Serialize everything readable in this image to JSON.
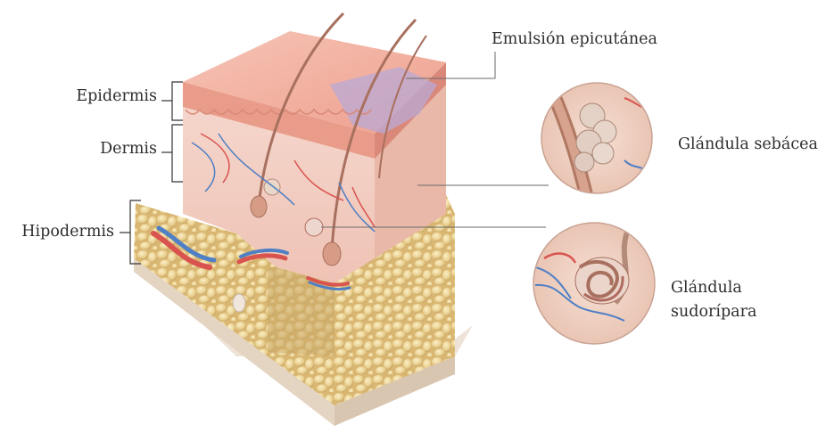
{
  "labels": {
    "epidermis": "Epidermis",
    "dermis": "Dermis",
    "hipodermis": "Hipodermis",
    "emulsion": "Emulsión epicutánea",
    "sebacea": "Glándula sebácea",
    "sudoripara_line1": "Glándula",
    "sudoripara_line2": "sudorípara"
  },
  "colors": {
    "epidermis_top": "#f2b4a4",
    "epidermis_side": "#e89d8c",
    "dermis": "#f3cfc4",
    "hipodermis_fat": "#e6c98a",
    "artery": "#d9534f",
    "vein": "#4f7fc4",
    "emulsion": "#b9a9d6",
    "leader_line": "#6a6a6a",
    "bracket": "#333333"
  }
}
